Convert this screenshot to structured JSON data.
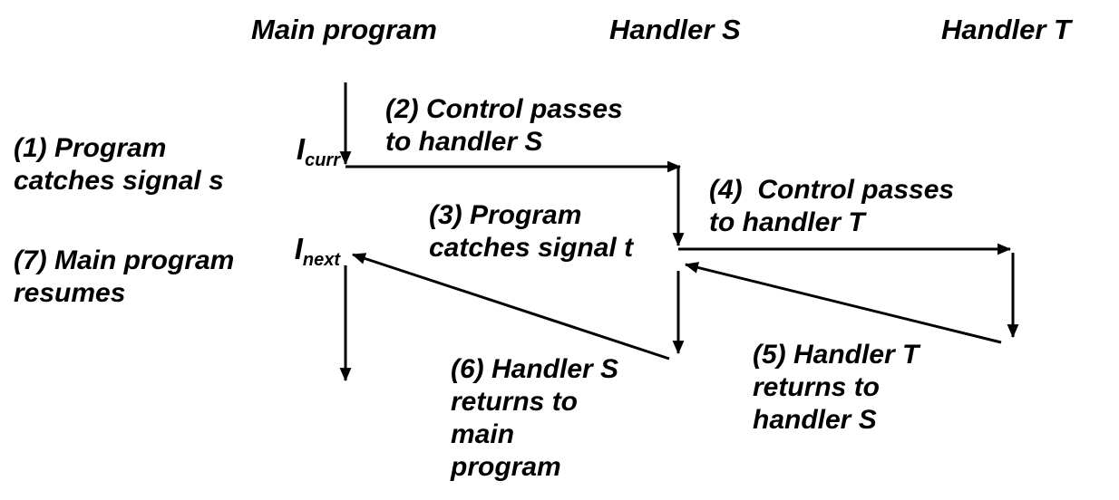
{
  "colors": {
    "ink": "#000000",
    "background": "#ffffff"
  },
  "headers": {
    "main": "Main program",
    "handler_s": "Handler S",
    "handler_t": "Handler T"
  },
  "side_notes": {
    "step1": "(1) Program\ncatches signal s",
    "step7": "(7) Main program\nresumes"
  },
  "annotations": {
    "step2": "(2) Control passes\nto handler S",
    "step3": "(3) Program\ncatches signal t",
    "step4": "(4)  Control passes\nto handler T",
    "step5": "(5) Handler T\nreturns to\nhandler S",
    "step6": "(6) Handler S\nreturns to\nmain\nprogram"
  },
  "instruction_labels": {
    "curr": {
      "base": "I",
      "sub": "curr"
    },
    "next": {
      "base": "I",
      "sub": "next"
    }
  }
}
